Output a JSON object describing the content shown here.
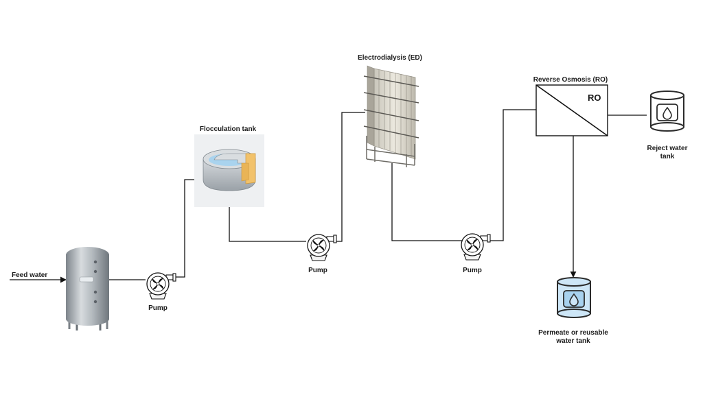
{
  "diagram": {
    "labels": {
      "feed_water": "Feed water",
      "pump_1": "Pump",
      "pump_2": "Pump",
      "pump_3": "Pump",
      "flocculation_tank": "Flocculation tank",
      "electrodialysis": "Electrodialysis (ED)",
      "reverse_osmosis": "Reverse Osmosis (RO)",
      "ro_box": "RO",
      "reject_tank_line1": "Reject water",
      "reject_tank_line2": "tank",
      "permeate_tank_line1": "Permeate or reusable",
      "permeate_tank_line2": "water tank"
    },
    "colors": {
      "line": "#111111",
      "vessel": "#a8aeb4",
      "tank_blue": "#cde6f7",
      "tank_outline": "#2b2b2b",
      "floc_bg": "#eef0f2",
      "floc_wall": "#f2c26b"
    },
    "icons": [
      "storage-vessel-icon",
      "pump-icon",
      "flocculation-tank-icon",
      "electrodialysis-stack-icon",
      "reverse-osmosis-icon",
      "water-tank-icon"
    ]
  }
}
